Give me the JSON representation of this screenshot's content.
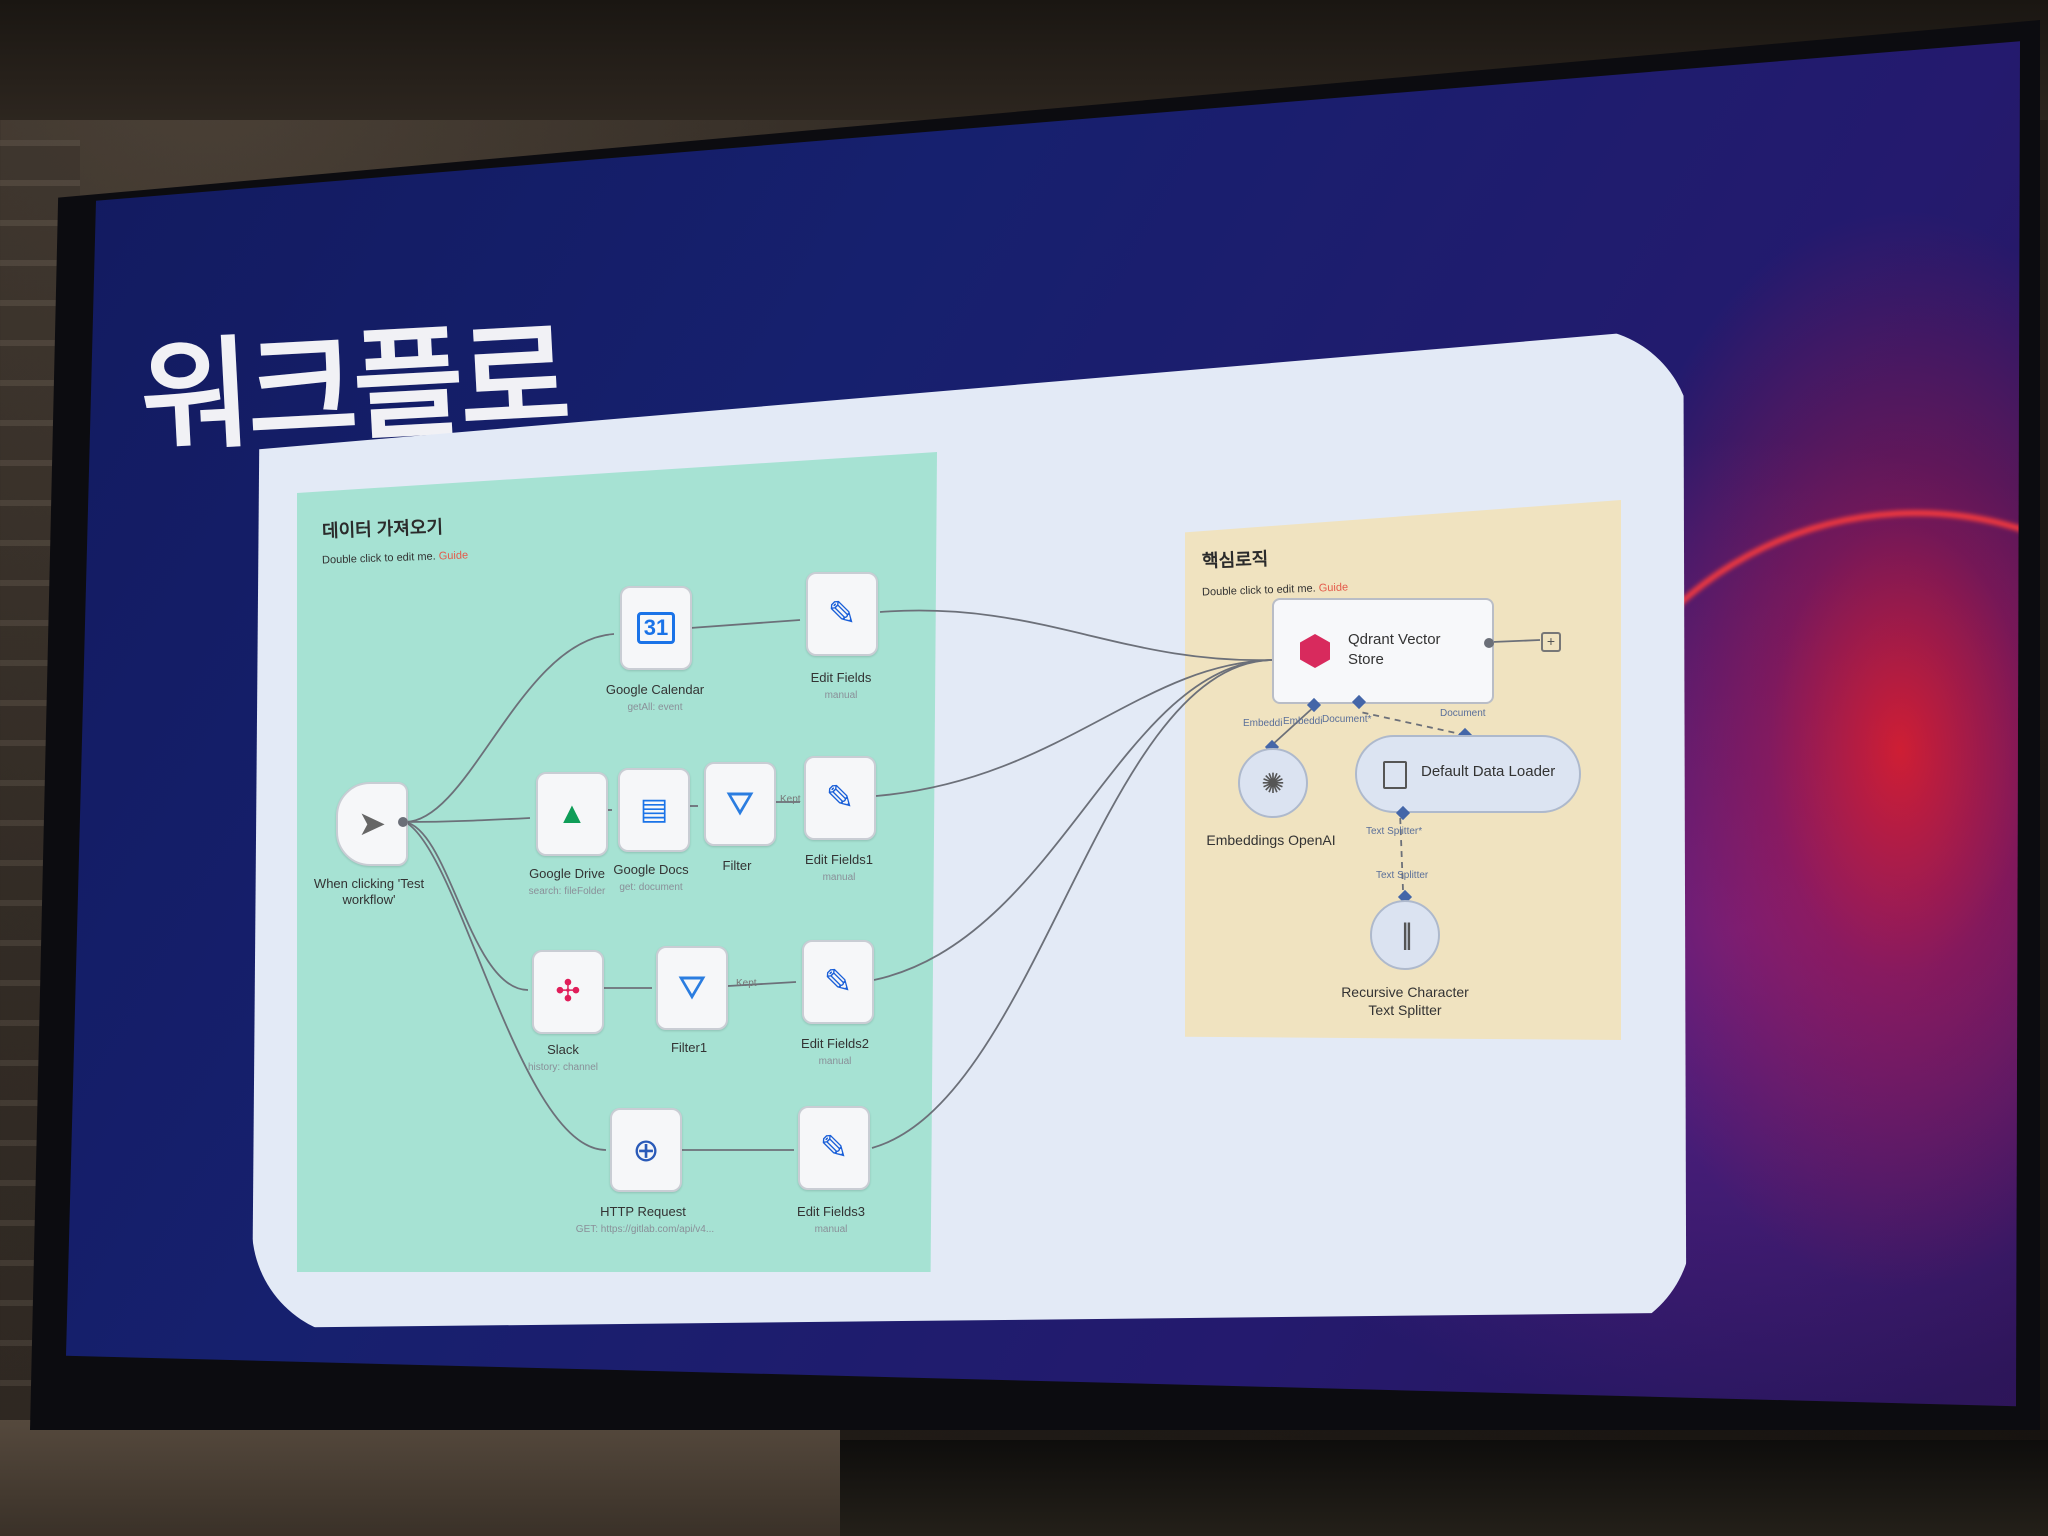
{
  "slide": {
    "title": "워크플로"
  },
  "groups": {
    "fetch": {
      "title": "데이터 가져오기",
      "sub_text": "Double click to edit me.",
      "sub_link": "Guide"
    },
    "core": {
      "title": "핵심로직",
      "sub_text": "Double click to edit me.",
      "sub_link": "Guide"
    }
  },
  "nodes": {
    "trigger": {
      "label": "When clicking 'Test workflow'"
    },
    "gcal": {
      "label": "Google Calendar",
      "sub": "getAll: event"
    },
    "edit0": {
      "label": "Edit Fields",
      "sub": "manual"
    },
    "gdrive": {
      "label": "Google Drive",
      "sub": "search: fileFolder"
    },
    "gdocs": {
      "label": "Google Docs",
      "sub": "get: document"
    },
    "filter": {
      "label": "Filter",
      "conn": "Kept"
    },
    "edit1": {
      "label": "Edit Fields1",
      "sub": "manual"
    },
    "slack": {
      "label": "Slack",
      "sub": "history: channel"
    },
    "filter1": {
      "label": "Filter1",
      "conn": "Kept"
    },
    "edit2": {
      "label": "Edit Fields2",
      "sub": "manual"
    },
    "http": {
      "label": "HTTP Request",
      "sub": "GET: https://gitlab.com/api/v4..."
    },
    "edit3": {
      "label": "Edit Fields3",
      "sub": "manual"
    },
    "qdrant": {
      "label": "Qdrant Vector Store"
    },
    "loader": {
      "label": "Default Data Loader"
    },
    "embed": {
      "label": "Embeddings OpenAI"
    },
    "splitter": {
      "label": "Recursive Character Text Splitter"
    }
  },
  "connectors": {
    "embedding": "Embeddi",
    "embedding2": "Embeddi",
    "document_star": "Document*",
    "document": "Document",
    "text_splitter_star": "Text Splitter*",
    "text_splitter": "Text Splitter"
  },
  "icons": {
    "trigger": "cursor-icon",
    "gcal": "calendar-icon",
    "edit": "pencil-icon",
    "gdrive": "drive-icon",
    "gdocs": "docs-icon",
    "filter": "funnel-icon",
    "slack": "slack-icon",
    "http": "globe-icon",
    "embed": "openai-icon",
    "loader": "document-icon",
    "splitter": "splitter-icon",
    "qdrant": "qdrant-logo"
  },
  "colors": {
    "group_fetch": "#a6e2d3",
    "group_core": "#f0e3c0",
    "slide_bg": "#e3eaf6",
    "screen_bg": "#16206e",
    "accent_red": "#e45a4a"
  }
}
